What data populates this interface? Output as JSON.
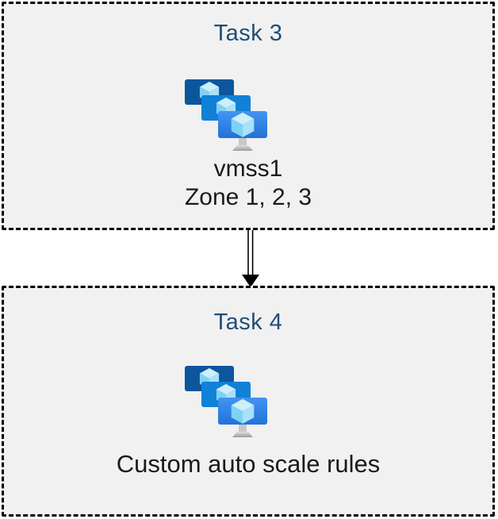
{
  "diagram": {
    "boxes": [
      {
        "title": "Task 3",
        "icon": "vm-scale-sets-icon",
        "lines": [
          "vmss1",
          "Zone 1, 2, 3"
        ]
      },
      {
        "title": "Task 4",
        "icon": "vm-scale-sets-icon",
        "lines": [
          "Custom auto scale rules"
        ]
      }
    ],
    "connector": {
      "from": "Task 3",
      "to": "Task 4",
      "style": "double-line-arrow",
      "direction": "down"
    },
    "colors": {
      "page_background": "#ffffff",
      "box_fill": "#f1f1f1",
      "box_border": "#000000",
      "title_text": "#1f4e79",
      "body_text": "#1a1a1a",
      "arrow": "#000000",
      "icon_screen_back": "#0d569e",
      "icon_screen_middle": "#1180d7",
      "icon_screen_front_top": "#4195f0",
      "icon_screen_front_bottom": "#2272d9",
      "icon_cube_top": "#cdeefb",
      "icon_cube_left": "#7fd2f4",
      "icon_cube_right": "#a9e1f9",
      "icon_stand_top": "#e0e0e0",
      "icon_stand_bottom": "#9a9a9a"
    }
  }
}
